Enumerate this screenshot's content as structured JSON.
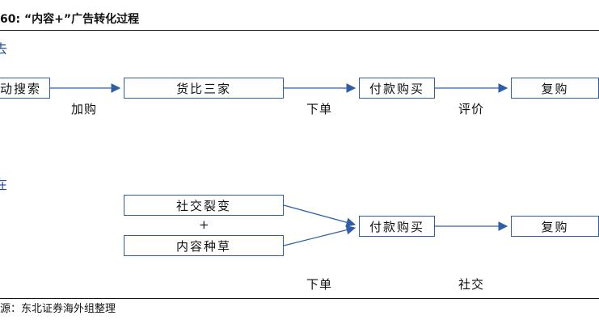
{
  "title": "60: “内容+”广告转化过程",
  "section_top": "去",
  "section_bottom": "在",
  "top_flow": {
    "boxes": [
      "动搜索",
      "货比三家",
      "付款购买",
      "复购"
    ],
    "labels": [
      "加购",
      "下单",
      "评价"
    ]
  },
  "bottom_flow": {
    "box_social": "社交裂变",
    "plus": "+",
    "box_content": "内容种草",
    "box_pay": "付款购买",
    "box_repurchase": "复购",
    "label_order": "下单",
    "label_social": "社交"
  },
  "source": "源：东北证券海外组整理",
  "colors": {
    "box_border": "#2e5fa6",
    "arrow": "#2e5fa6",
    "section_label": "#1f4e9c"
  }
}
